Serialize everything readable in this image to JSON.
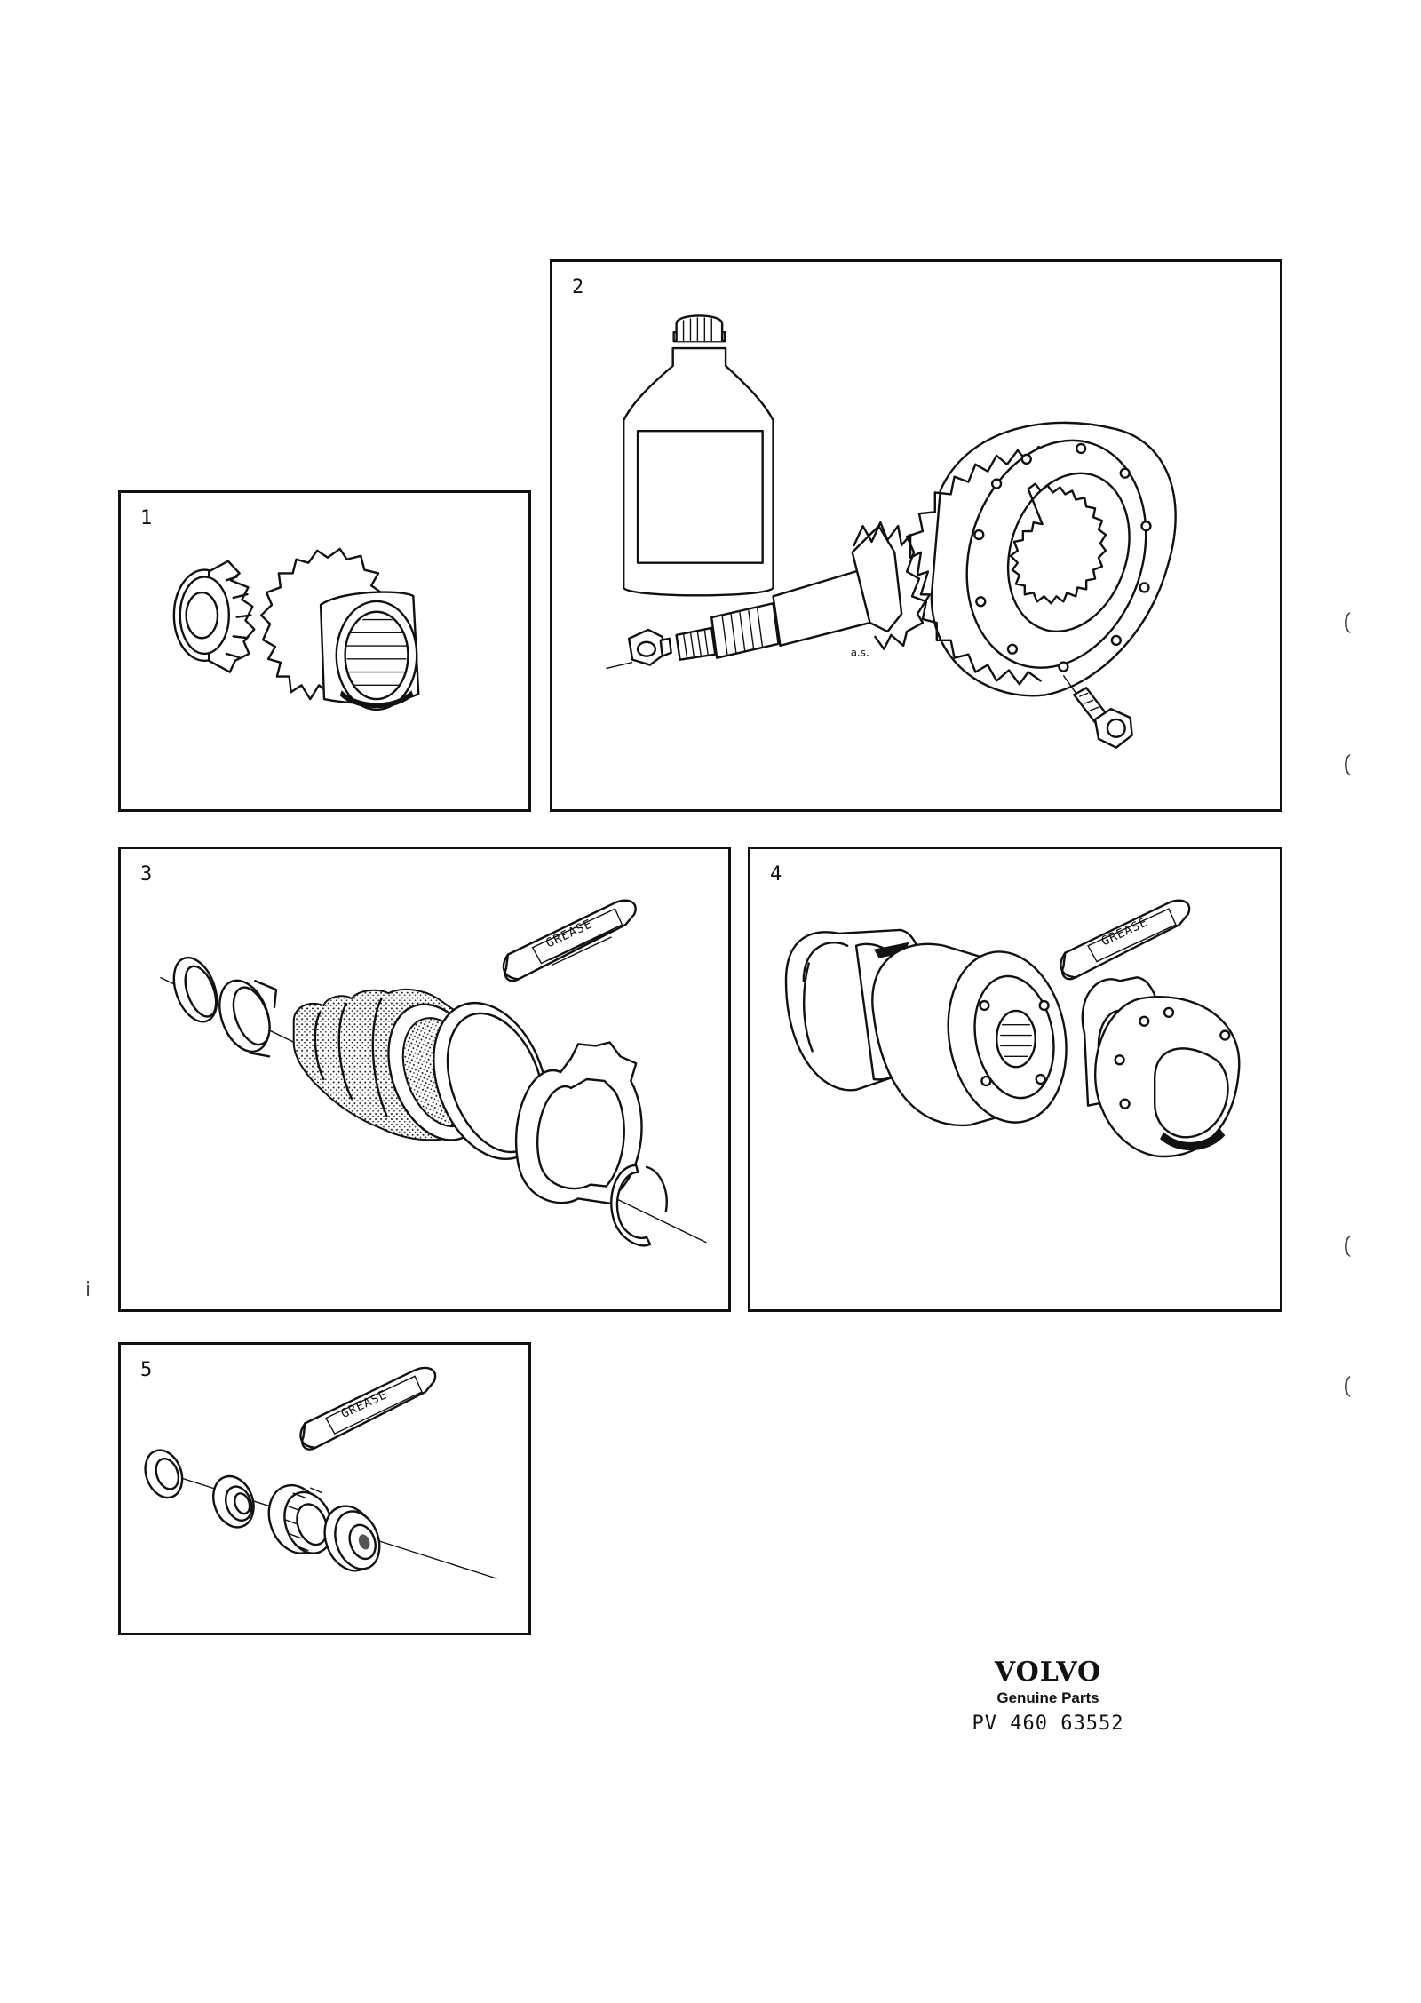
{
  "panels": [
    {
      "id": "1",
      "label": "1"
    },
    {
      "id": "2",
      "label": "2"
    },
    {
      "id": "3",
      "label": "3"
    },
    {
      "id": "4",
      "label": "4"
    },
    {
      "id": "5",
      "label": "5"
    }
  ],
  "grease_label": "GREASE",
  "pinion_marking": "a.s.",
  "brand": {
    "logo": "VOLVO",
    "tagline": "Genuine Parts",
    "part_number": "PV  460 63552"
  },
  "margin_marks": [
    "(",
    "(",
    "(",
    "(",
    "i"
  ]
}
